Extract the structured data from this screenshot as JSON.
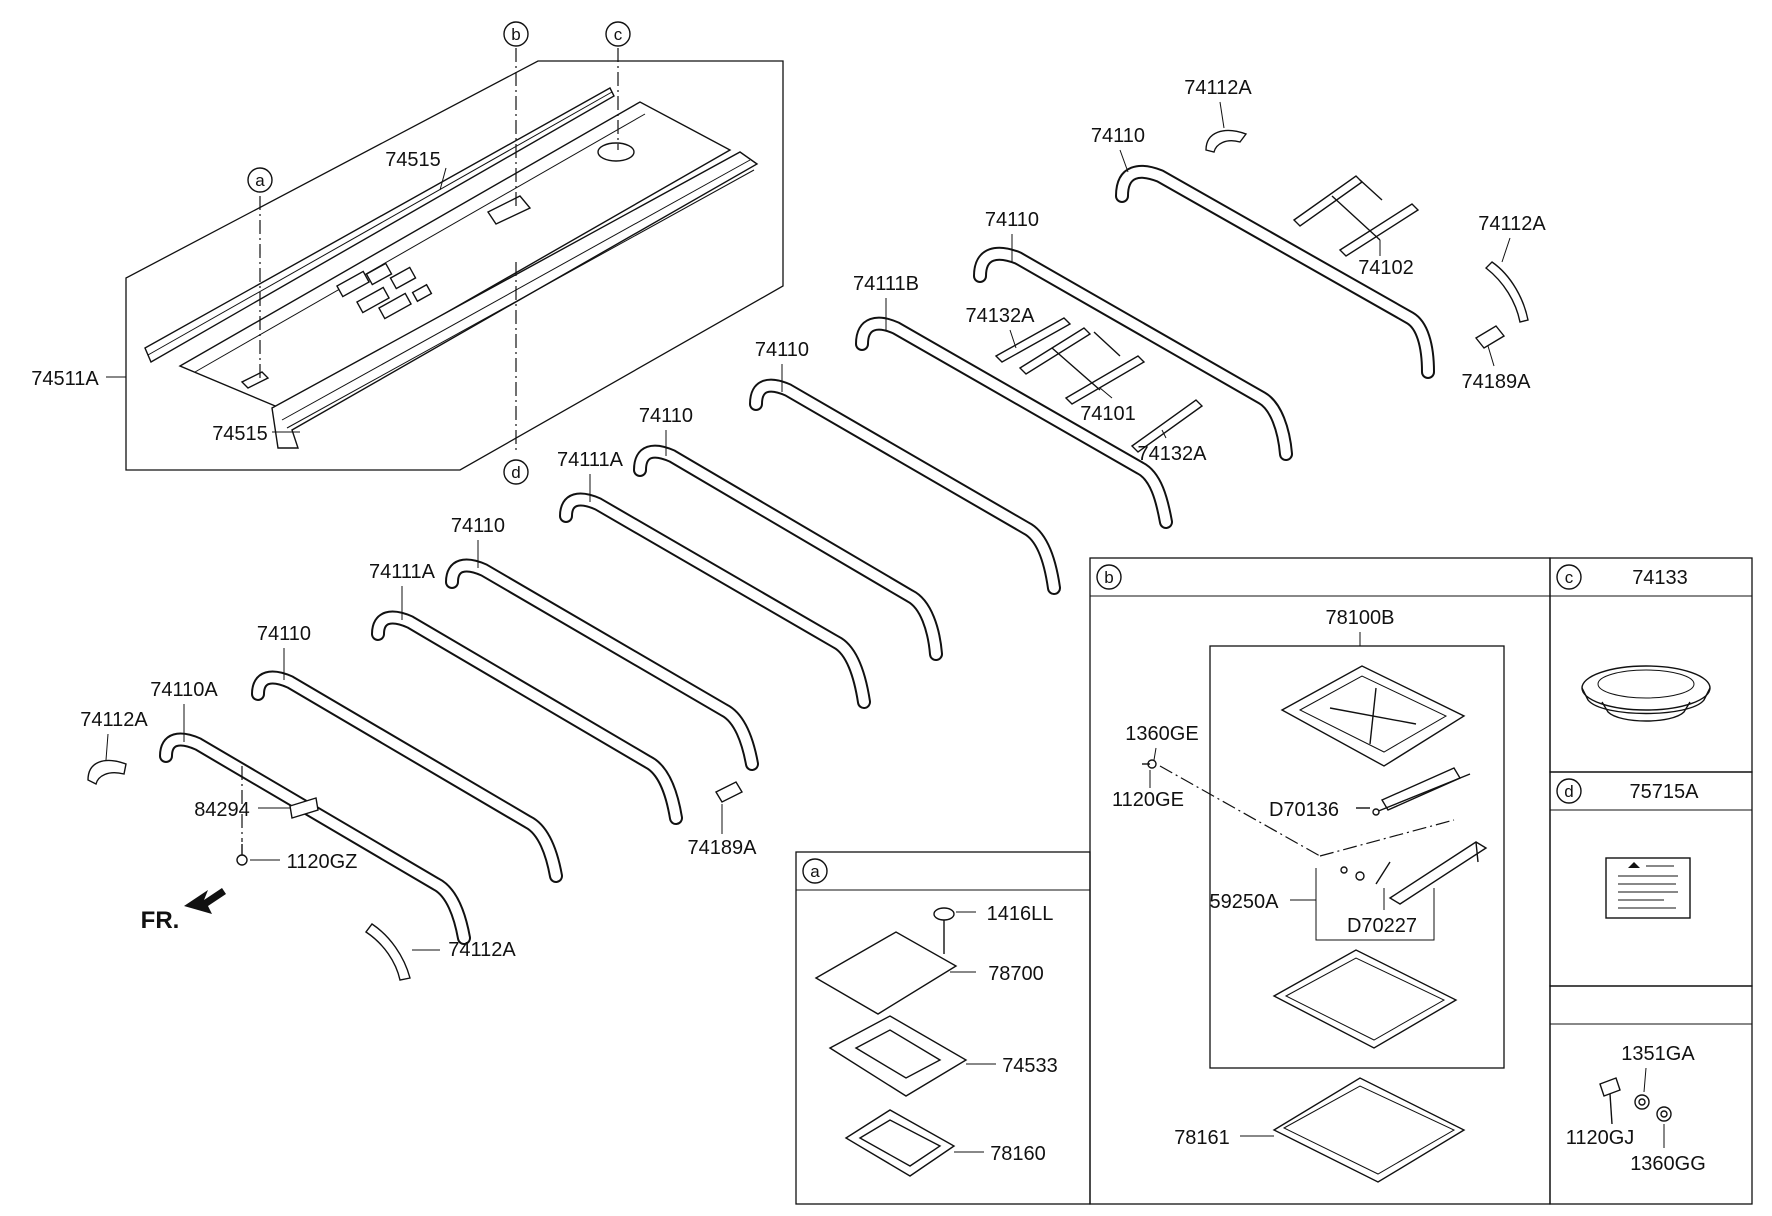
{
  "diagram": {
    "callouts": {
      "a": "a",
      "b": "b",
      "c": "c",
      "d": "d"
    },
    "labels": {
      "p74515_top": "74515",
      "p74515_bot": "74515",
      "p74511A": "74511A",
      "p74112A_1": "74112A",
      "p74112A_2": "74112A",
      "p74112A_3": "74112A",
      "p74112A_4": "74112A",
      "p74110_1": "74110",
      "p74110_2": "74110",
      "p74110_3": "74110",
      "p74110_4": "74110",
      "p74110_5": "74110",
      "p74110_6": "74110",
      "p74111B": "74111B",
      "p74111A_1": "74111A",
      "p74111A_2": "74111A",
      "p74110A": "74110A",
      "p74102": "74102",
      "p74132A_1": "74132A",
      "p74132A_2": "74132A",
      "p74101": "74101",
      "p74189A_1": "74189A",
      "p74189A_2": "74189A",
      "p84294": "84294",
      "p1120GZ": "1120GZ",
      "fr": "FR."
    },
    "panel_a": {
      "tag": "a",
      "p1416LL": "1416LL",
      "p78700": "78700",
      "p74533": "74533",
      "p78160": "78160"
    },
    "panel_b": {
      "tag": "b",
      "p78100B": "78100B",
      "p1360GE": "1360GE",
      "p1120GE": "1120GE",
      "pD70136": "D70136",
      "p59250A": "59250A",
      "pD70227": "D70227",
      "p78161": "78161"
    },
    "panel_c": {
      "tag": "c",
      "p74133": "74133"
    },
    "panel_d": {
      "tag": "d",
      "p75715A": "75715A"
    },
    "panel_e": {
      "p1351GA": "1351GA",
      "p1120GJ": "1120GJ",
      "p1360GG": "1360GG"
    }
  }
}
